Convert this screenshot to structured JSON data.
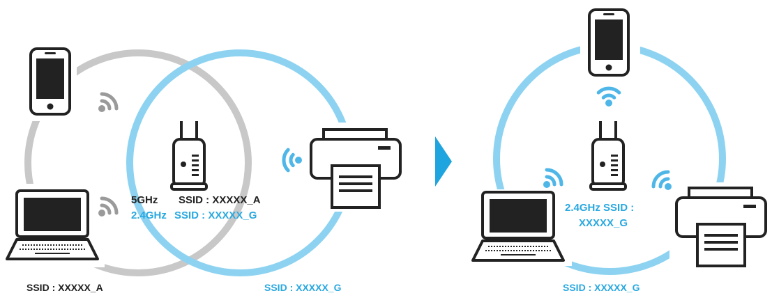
{
  "colors": {
    "gray_ring": "#c8c8c8",
    "blue_ring": "#8dd3f1",
    "icon_line": "#222222",
    "icon_fill": "#ffffff",
    "blue_accent": "#29a8e0",
    "wave_gray": "#9a9a9a",
    "wave_blue": "#4fb6e8",
    "arrow": "#1ea4de"
  },
  "left_panel": {
    "band_5ghz": "5GHz",
    "band_5ghz_ssid": "SSID : XXXXX_A",
    "band_24ghz": "2.4GHz",
    "band_24ghz_ssid": "SSID : XXXXX_G",
    "gray_circle_ssid": "SSID : XXXXX_A",
    "blue_circle_ssid": "SSID : XXXXX_G"
  },
  "right_panel": {
    "router_line1": "2.4GHz  SSID :",
    "router_line2": "XXXXX_G",
    "circle_ssid": "SSID : XXXXX_G"
  },
  "icons": [
    "smartphone-icon",
    "laptop-icon",
    "router-icon",
    "printer-icon",
    "wifi-waves-icon",
    "arrow-right-icon"
  ]
}
